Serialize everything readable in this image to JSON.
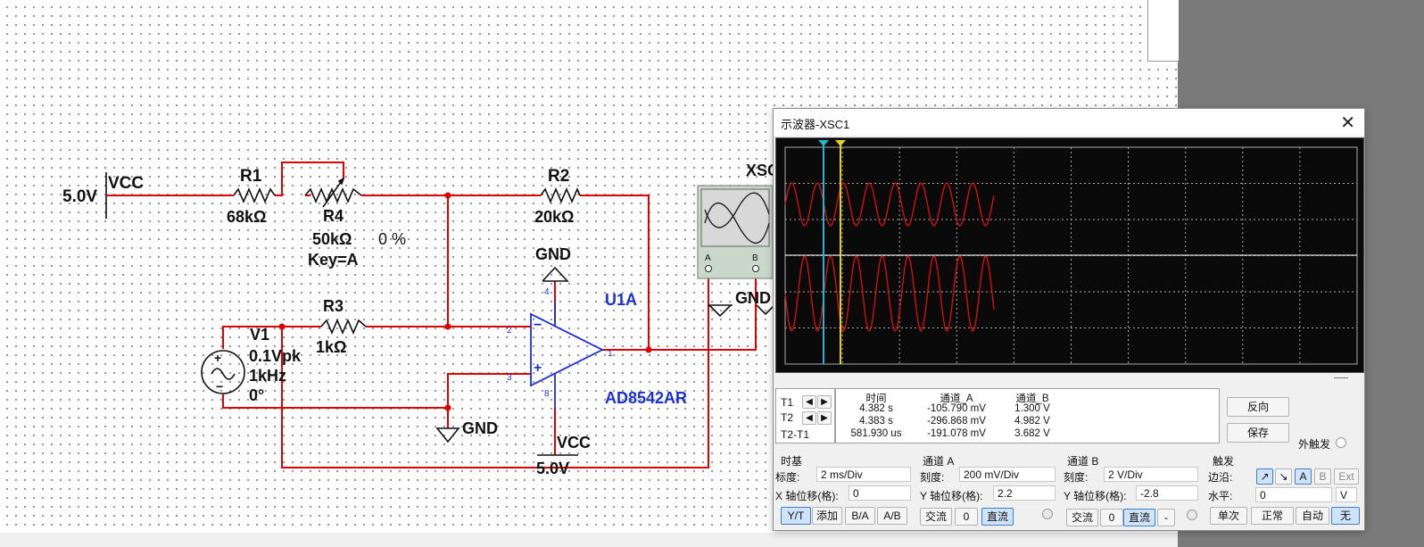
{
  "schematic": {
    "vcc_top": {
      "voltage": "5.0V",
      "name": "VCC"
    },
    "r1": {
      "name": "R1",
      "value": "68kΩ"
    },
    "r4": {
      "name": "R4",
      "value": "50kΩ",
      "percent": "0 %",
      "key": "Key=A"
    },
    "r2": {
      "name": "R2",
      "value": "20kΩ"
    },
    "r3": {
      "name": "R3",
      "value": "1kΩ"
    },
    "v1": {
      "name": "V1",
      "amplitude": "0.1Vpk",
      "freq": "1kHz",
      "phase": "0°"
    },
    "gnd_labels": [
      "GND",
      "GND",
      "GND"
    ],
    "opamp": {
      "ref": "U1A",
      "part": "AD8542AR",
      "pin_plus": "+",
      "pin_minus": "−",
      "pin1": "1",
      "pin2": "2",
      "pin3": "3",
      "pin4": "4",
      "pin8": "8"
    },
    "vcc_bottom": {
      "name": "VCC",
      "voltage": "5.0V"
    },
    "scope_symbol": {
      "label": "XSC",
      "ch_a": "A",
      "ch_b": "B"
    },
    "wire_color": "#e00000",
    "component_color": "#1a2fd6"
  },
  "oscilloscope": {
    "title": "示波器-XSC1",
    "close_symbol": "✕",
    "cursor_labels": [
      "T1",
      "T2",
      "T2-T1"
    ],
    "columns": [
      "时间",
      "通道_A",
      "通道_B"
    ],
    "rows": [
      [
        "4.382 s",
        "-105.790 mV",
        "1.300 V"
      ],
      [
        "4.383 s",
        "-296.868 mV",
        "4.982 V"
      ],
      [
        "581.930 us",
        "-191.078 mV",
        "3.682 V"
      ]
    ],
    "btn_reverse": "反向",
    "btn_save": "保存",
    "ext_trigger": "外触发",
    "timebase": {
      "title": "时基",
      "scale_label": "标度:",
      "scale_value": "2 ms/Div",
      "xpos_label": "X 轴位移(格):",
      "xpos_value": "0",
      "modes": [
        "Y/T",
        "添加",
        "B/A",
        "A/B"
      ]
    },
    "channel_a": {
      "title": "通道 A",
      "scale_label": "刻度:",
      "scale_value": "200 mV/Div",
      "ypos_label": "Y 轴位移(格):",
      "ypos_value": "2.2",
      "coupling": [
        "交流",
        "0",
        "直流"
      ]
    },
    "channel_b": {
      "title": "通道 B",
      "scale_label": "刻度:",
      "scale_value": "2  V/Div",
      "ypos_label": "Y 轴位移(格):",
      "ypos_value": "-2.8",
      "coupling": [
        "交流",
        "0",
        "直流",
        "-"
      ]
    },
    "trigger": {
      "title": "触发",
      "edge_label": "边沿:",
      "edge_buttons": [
        "↗",
        "↘",
        "A",
        "B",
        "Ext"
      ],
      "level_label": "水平:",
      "level_value": "0",
      "level_unit": "V",
      "modes": [
        "单次",
        "正常",
        "自动",
        "无"
      ]
    },
    "trace_color": "#e01010",
    "cursor1_color": "#28b4d0",
    "cursor2_color": "#e6d21a"
  }
}
